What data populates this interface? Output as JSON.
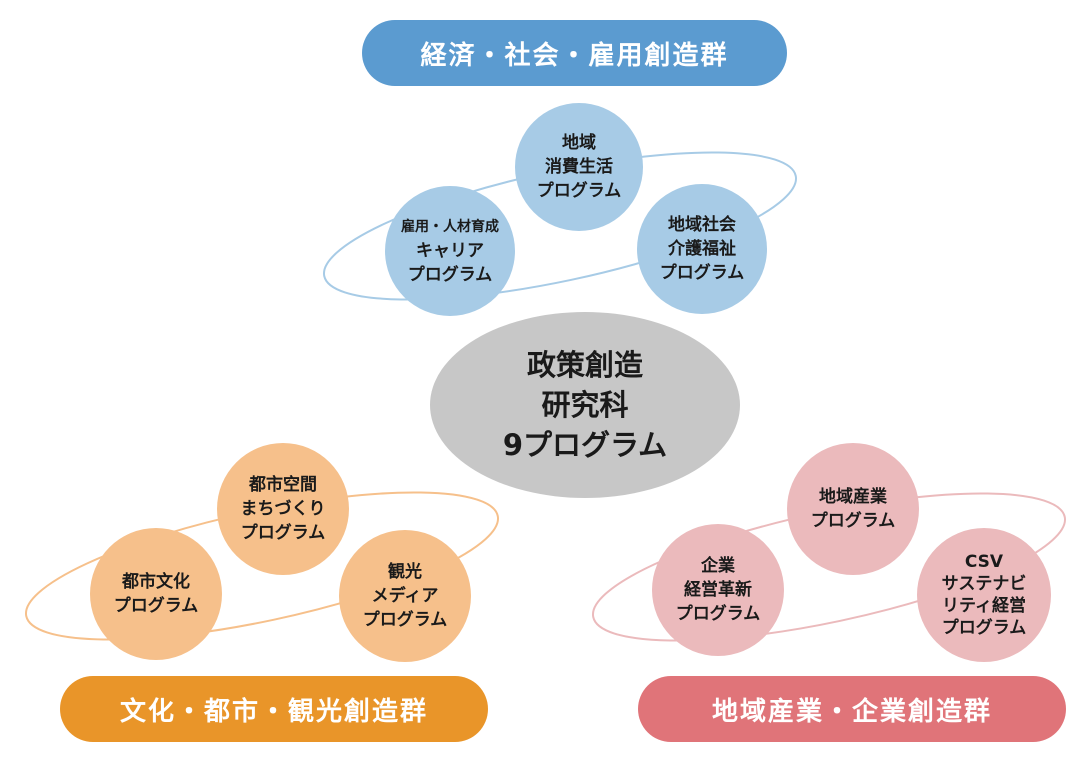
{
  "groups": {
    "economy": {
      "title": "経済・社会・雇用創造群",
      "color": "#5b9bd0",
      "programs": {
        "local_consumer": [
          "地域",
          "消費生活",
          "プログラム"
        ],
        "career": [
          "雇用・人材育成",
          "キャリア",
          "プログラム"
        ],
        "welfare": [
          "地域社会",
          "介護福祉",
          "プログラム"
        ]
      }
    },
    "culture": {
      "title": "文化・都市・観光創造群",
      "color": "#e99529",
      "programs": {
        "urban_space": [
          "都市空間",
          "まちづくり",
          "プログラム"
        ],
        "urban_culture": [
          "都市文化",
          "プログラム"
        ],
        "tourism_media": [
          "観光",
          "メディア",
          "プログラム"
        ]
      }
    },
    "industry": {
      "title": "地域産業・企業創造群",
      "color": "#e07479",
      "programs": {
        "regional_industry": [
          "地域産業",
          "プログラム"
        ],
        "corporate_innovation": [
          "企業",
          "経営革新",
          "プログラム"
        ],
        "csv": [
          "CSV",
          "サステナビ",
          "リティ経営",
          "プログラム"
        ]
      }
    }
  },
  "center": [
    "政策創造",
    "研究科",
    "9プログラム"
  ]
}
